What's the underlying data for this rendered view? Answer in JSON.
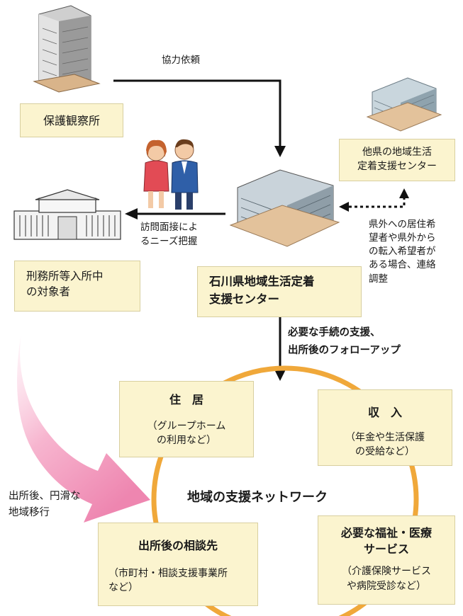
{
  "nodes": {
    "probation_office": "保護観察所",
    "other_center": "他県の地域生活\n定着支援センター",
    "inmates": "刑務所等入所中\nの対象者",
    "ishikawa_center": "石川県地域生活定着\n支援センター"
  },
  "edges": {
    "cooperation_request": "協力依頼",
    "interview": "訪問面接によ\nるニーズ把握",
    "coordination": "県外への居住希\n望者や県外から\nの転入希望者が\nある場合、連絡\n調整",
    "support": "必要な手続の支援、\n出所後のフォローアップ",
    "transition": "出所後、円滑な\n地域移行"
  },
  "network": {
    "title": "地域の支援ネットワーク",
    "housing": {
      "title": "住　居",
      "detail": "（グループホーム\nの利用など）"
    },
    "income": {
      "title": "収　入",
      "detail": "（年金や生活保護\nの受給など）"
    },
    "consultation": {
      "title": "出所後の相談先",
      "detail": "（市町村・相談支援事業所\nなど）"
    },
    "services": {
      "title": "必要な福祉・医療\nサービス",
      "detail": "（介護保険サービス\nや病院受診など）"
    }
  },
  "colors": {
    "box_fill": "#fbf4cf",
    "ring": "#f0a83a",
    "transition_arrow": "#f4a6c4"
  }
}
